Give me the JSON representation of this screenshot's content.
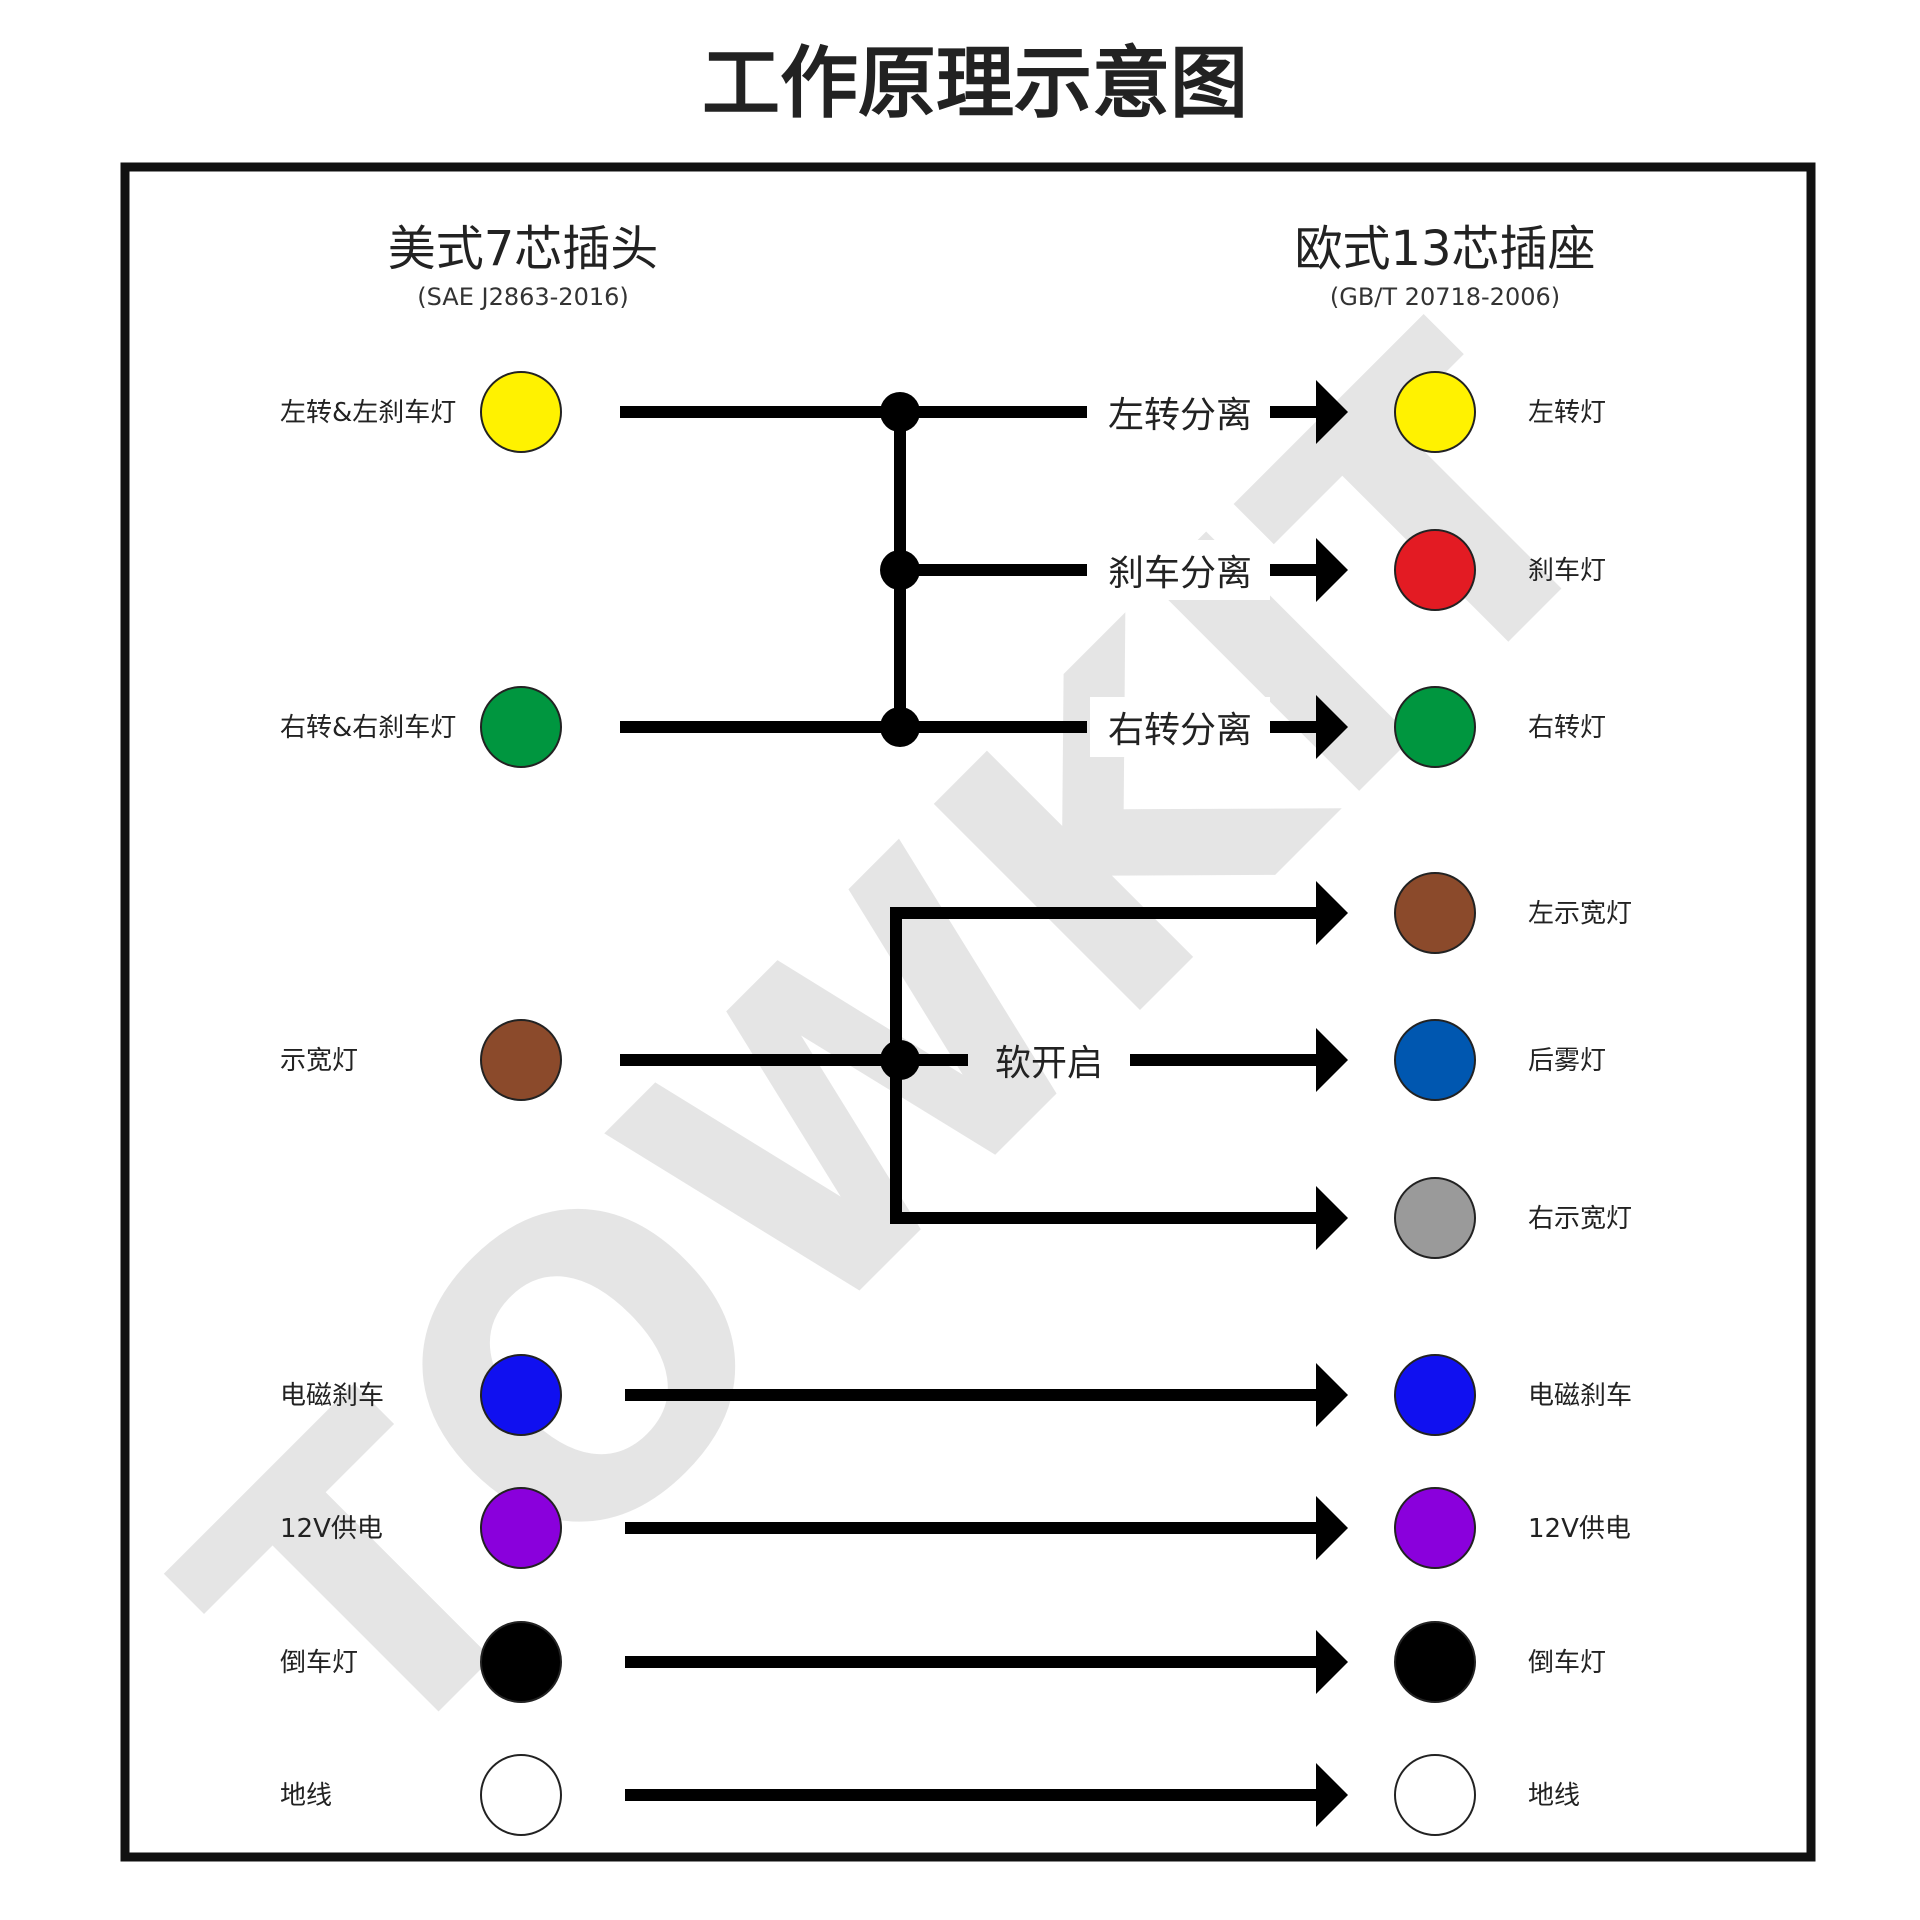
{
  "title": "工作原理示意图",
  "watermark": "TOWKIT",
  "left_header": {
    "name": "美式7芯插头",
    "standard": "(SAE J2863-2016)"
  },
  "right_header": {
    "name": "欧式13芯插座",
    "standard": "(GB/T 20718-2006)"
  },
  "left_pins": [
    {
      "label": "左转&左刹车灯",
      "color": "#FFF200"
    },
    {
      "label": "右转&右刹车灯",
      "color": "#00963F"
    },
    {
      "label": "示宽灯",
      "color": "#8B4A2B"
    },
    {
      "label": "电磁刹车",
      "color": "#1010F0"
    },
    {
      "label": "12V供电",
      "color": "#8A00DC"
    },
    {
      "label": "倒车灯",
      "color": "#000000"
    },
    {
      "label": "地线",
      "color": "#FFFFFF"
    }
  ],
  "right_pins": [
    {
      "label": "左转灯",
      "color": "#FFF200"
    },
    {
      "label": "刹车灯",
      "color": "#E31B23"
    },
    {
      "label": "右转灯",
      "color": "#00963F"
    },
    {
      "label": "左示宽灯",
      "color": "#8B4A2B"
    },
    {
      "label": "后雾灯",
      "color": "#0057B0"
    },
    {
      "label": "右示宽灯",
      "color": "#9A9A9A"
    },
    {
      "label": "电磁刹车",
      "color": "#1010F0"
    },
    {
      "label": "12V供电",
      "color": "#8A00DC"
    },
    {
      "label": "倒车灯",
      "color": "#000000"
    },
    {
      "label": "地线",
      "color": "#FFFFFF"
    }
  ],
  "wire_labels": {
    "left_turn_separation": "左转分离",
    "brake_separation": "刹车分离",
    "right_turn_separation": "右转分离",
    "soft_start": "软开启"
  }
}
